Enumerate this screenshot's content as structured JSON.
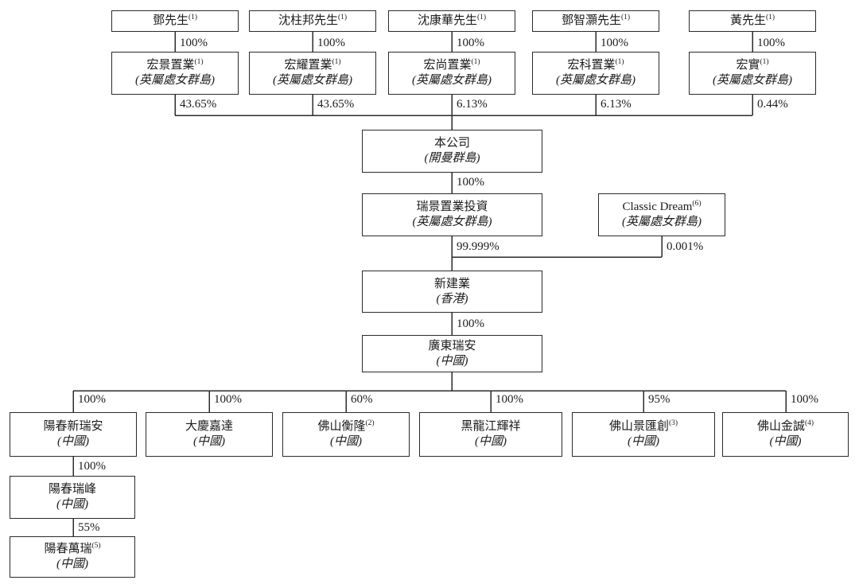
{
  "colors": {
    "line": "#2b2b2b",
    "text": "#1c1c1c",
    "background": "#ffffff"
  },
  "shareholders": [
    {
      "name": "鄧先生",
      "sup": "(1)",
      "pct": "100%"
    },
    {
      "name": "沈柱邦先生",
      "sup": "(1)",
      "pct": "100%"
    },
    {
      "name": "沈康華先生",
      "sup": "(1)",
      "pct": "100%"
    },
    {
      "name": "鄧智灝先生",
      "sup": "(1)",
      "pct": "100%"
    },
    {
      "name": "黃先生",
      "sup": "(1)",
      "pct": "100%"
    }
  ],
  "holdcos": [
    {
      "name": "宏景置業",
      "sup": "(1)",
      "location": "(英屬處女群島)",
      "pct": "43.65%"
    },
    {
      "name": "宏耀置業",
      "sup": "(1)",
      "location": "(英屬處女群島)",
      "pct": "43.65%"
    },
    {
      "name": "宏尚置業",
      "sup": "(1)",
      "location": "(英屬處女群島)",
      "pct": "6.13%"
    },
    {
      "name": "宏科置業",
      "sup": "(1)",
      "location": "(英屬處女群島)",
      "pct": "6.13%"
    },
    {
      "name": "宏實",
      "sup": "(1)",
      "location": "(英屬處女群島)",
      "pct": "0.44%"
    }
  ],
  "company": {
    "name": "本公司",
    "location": "(開曼群島)",
    "pct": "100%"
  },
  "bvi_invest": {
    "name": "瑞景置業投資",
    "location": "(英屬處女群島)",
    "pct": "99.999%"
  },
  "classic_dream": {
    "name": "Classic Dream",
    "sup": "(6)",
    "location": "(英屬處女群島)",
    "pct": "0.001%"
  },
  "hk": {
    "name": "新建業",
    "location": "(香港)",
    "pct": "100%"
  },
  "guangdong": {
    "name": "廣東瑞安",
    "location": "(中國)"
  },
  "subsidiaries": [
    {
      "pct": "100%",
      "name": "陽春新瑞安",
      "location": "(中國)"
    },
    {
      "pct": "100%",
      "name": "大慶嘉達",
      "location": "(中國)"
    },
    {
      "pct": "60%",
      "name": "佛山衡隆",
      "sup": "(2)",
      "location": "(中國)"
    },
    {
      "pct": "100%",
      "name": "黑龍江輝祥",
      "location": "(中國)"
    },
    {
      "pct": "95%",
      "name": "佛山景匯創",
      "sup": "(3)",
      "location": "(中國)"
    },
    {
      "pct": "100%",
      "name": "佛山金誠",
      "sup": "(4)",
      "location": "(中國)"
    }
  ],
  "yangchun_chain": [
    {
      "pct": "100%",
      "name": "陽春瑞峰",
      "location": "(中國)"
    },
    {
      "pct": "55%",
      "name": "陽春萬瑞",
      "sup": "(5)",
      "location": "(中國)"
    }
  ]
}
